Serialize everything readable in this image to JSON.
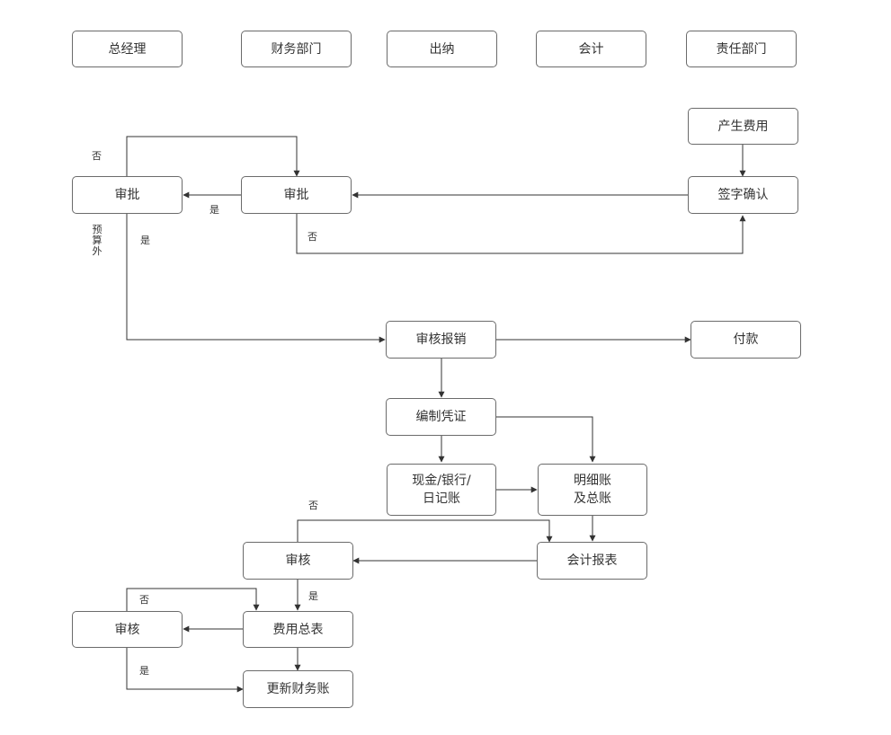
{
  "lanes": [
    "总经理",
    "财务部门",
    "出纳",
    "会计",
    "责任部门"
  ],
  "nodes": {
    "cost": "产生费用",
    "sign": "签字确认",
    "approve_dept": "审批",
    "approve_gm": "审批",
    "audit_reimburse": "审核报销",
    "pay": "付款",
    "voucher": "编制凭证",
    "journal": "现金/银行/\n日记账",
    "ledger": "明细账\n及总账",
    "report": "会计报表",
    "audit1": "审核",
    "summary": "费用总表",
    "audit2": "审核",
    "update": "更新财务账"
  },
  "labels": {
    "no_top": "否",
    "yes_mid": "是",
    "no_sign": "否",
    "budget_out": "预算外",
    "yes_gm": "是",
    "no_report": "否",
    "yes_audit1": "是",
    "no_audit2": "否",
    "yes_audit2": "是"
  }
}
